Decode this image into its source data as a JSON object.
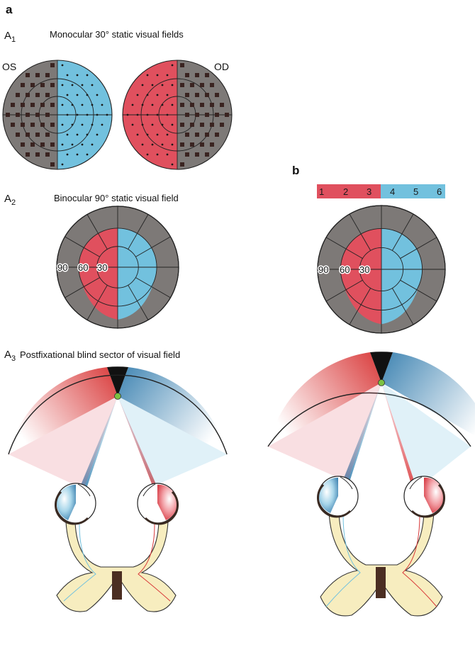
{
  "panel_a": {
    "label": "a",
    "a1": {
      "label_main": "A",
      "label_sub": "1",
      "caption": "Monocular 30° static visual fields",
      "left_eye": "OS",
      "right_eye": "OD"
    },
    "a2": {
      "label_main": "A",
      "label_sub": "2",
      "caption": "Binocular 90° static visual field",
      "rings": [
        "90",
        "60",
        "30"
      ]
    },
    "a3": {
      "label_main": "A",
      "label_sub": "3",
      "caption": "Postfixational blind sector of visual field"
    }
  },
  "panel_b": {
    "label": "b",
    "scale": [
      "1",
      "2",
      "3",
      "4",
      "5",
      "6"
    ],
    "rings": [
      "90",
      "60",
      "30"
    ]
  },
  "colors": {
    "left_field": "#e0505e",
    "right_field": "#72c1de",
    "defect": "#7d7977",
    "blind_sector": "#111111",
    "fixation": "#7cc242",
    "optic_tract": "#f7edbf",
    "chiasm_lesion": "#4b2e22"
  }
}
